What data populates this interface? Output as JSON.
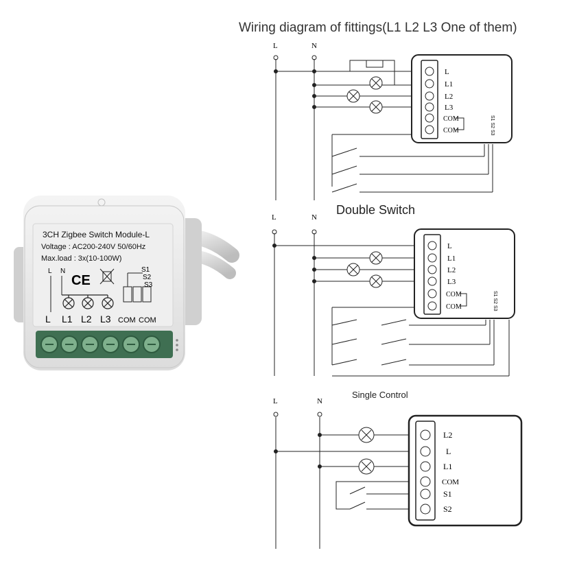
{
  "title": "Wiring diagram of fittings(L1 L2 L3 One of them)",
  "product": {
    "name": "3CH Zigbee Switch Module-L",
    "voltage": "Voltage : AC200-240V 50/60Hz",
    "max_load": "Max.load : 3x(10-100W)",
    "ce_mark": "CE",
    "switch_labels": [
      "S1",
      "S2",
      "S3"
    ],
    "small_left": "L",
    "small_n": "N",
    "terminal_labels": [
      "L",
      "L1",
      "L2",
      "L3",
      "COM",
      "COM"
    ]
  },
  "diagram_1": {
    "line_labels": [
      "L",
      "N"
    ],
    "terminals": [
      "L",
      "L1",
      "L2",
      "L3",
      "COM",
      "COM"
    ],
    "side_text": "S1 S2 S3"
  },
  "diagram_2": {
    "section_title": "Double Switch",
    "line_labels": [
      "L",
      "N"
    ],
    "terminals": [
      "L",
      "L1",
      "L2",
      "L3",
      "COM",
      "COM"
    ],
    "side_text": "S1 S2 S3"
  },
  "diagram_3": {
    "section_title": "Single Control",
    "line_labels": [
      "L",
      "N"
    ],
    "terminals": [
      "L2",
      "L",
      "L1",
      "COM",
      "S1",
      "S2"
    ]
  }
}
